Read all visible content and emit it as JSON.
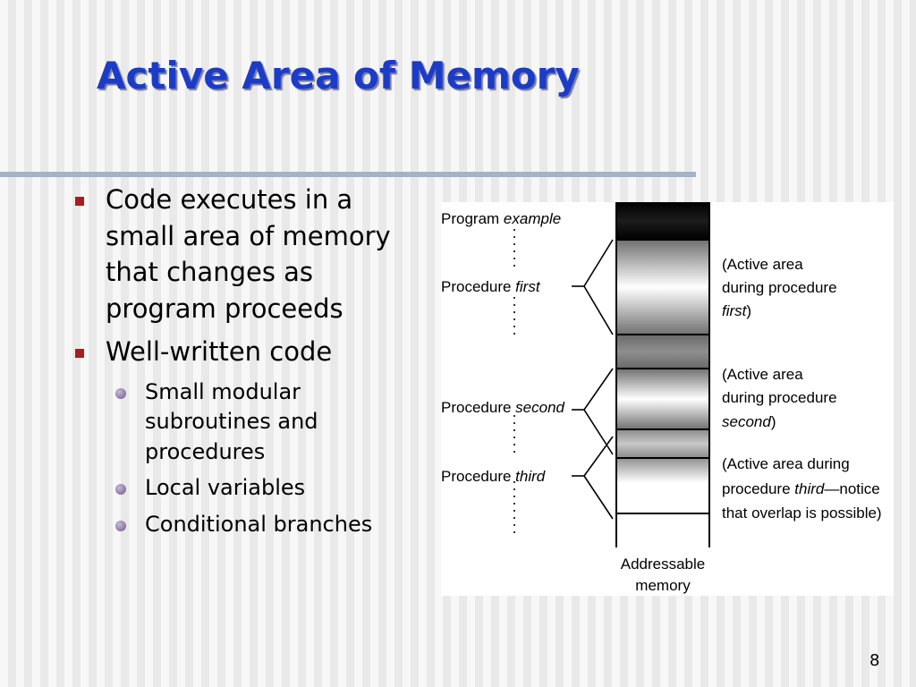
{
  "slide": {
    "title": "Active Area of Memory",
    "number": "8",
    "bullets": [
      {
        "text": "Code executes in a small area of memory that changes as program proceeds",
        "sub": []
      },
      {
        "text": "Well-written code",
        "sub": [
          "Small modular subroutines and procedures",
          "Local variables",
          "Conditional branches"
        ]
      }
    ]
  },
  "figure": {
    "program_label": "Program",
    "program_name": "example",
    "procedures": [
      {
        "label": "Procedure",
        "name": "first"
      },
      {
        "label": "Procedure",
        "name": "second"
      },
      {
        "label": "Procedure",
        "name": "third"
      }
    ],
    "notes": [
      {
        "line1": "(Active area",
        "line2": "during procedure",
        "name": "first",
        "suffix": ")"
      },
      {
        "line1": "(Active area",
        "line2": "during procedure",
        "name": "second",
        "suffix": ")"
      },
      {
        "line1": "(Active area during",
        "line2_prefix": "procedure ",
        "name": "third",
        "line2_suffix": "—notice",
        "line3": "that overlap is possible)"
      }
    ],
    "memory_label_line1": "Addressable",
    "memory_label_line2": "memory"
  }
}
